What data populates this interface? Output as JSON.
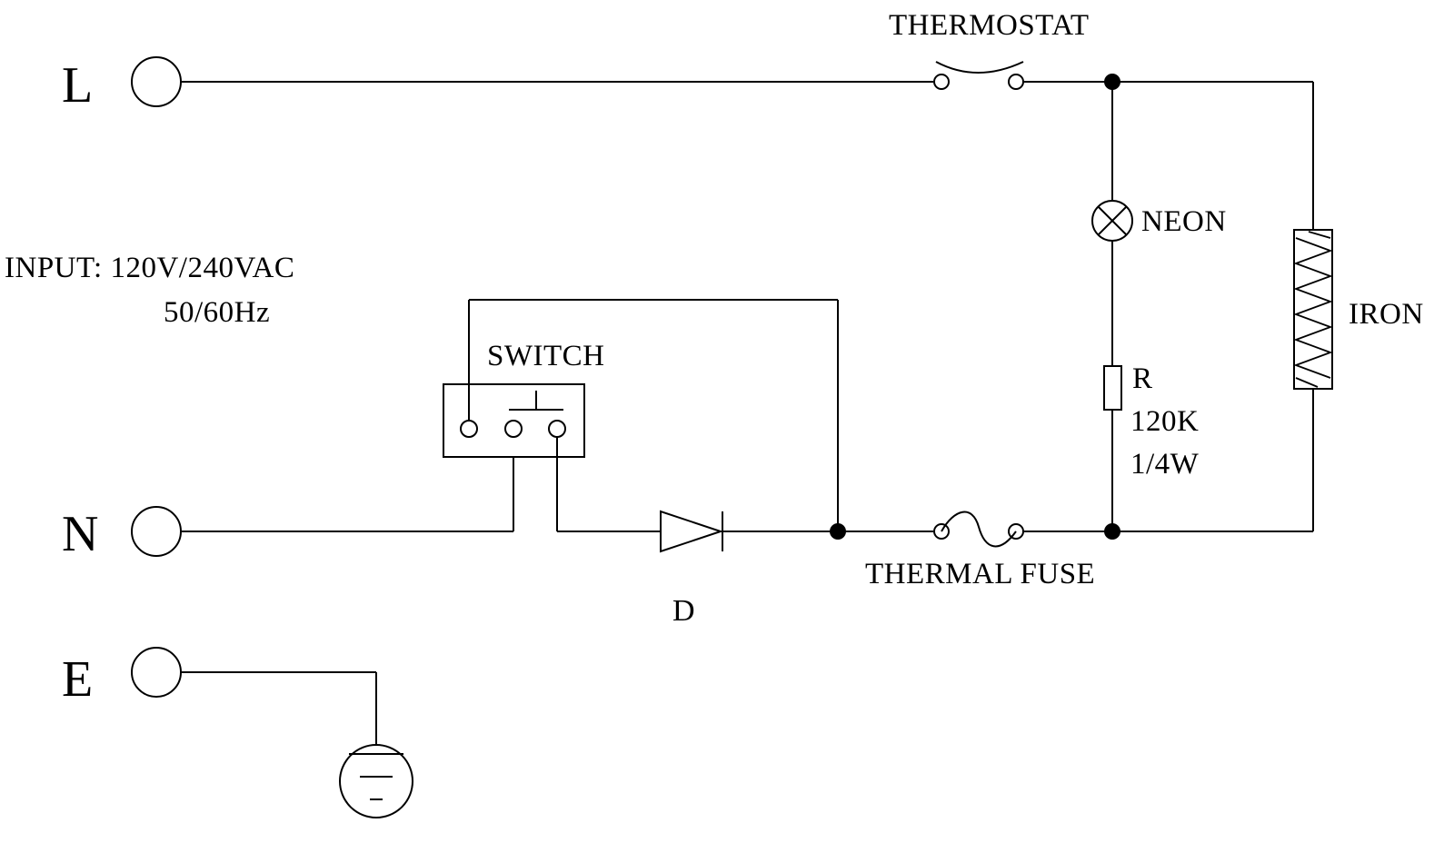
{
  "terminals": {
    "line": "L",
    "neutral": "N",
    "earth": "E"
  },
  "input": {
    "voltage": "INPUT: 120V/240VAC",
    "frequency": "50/60Hz"
  },
  "components": {
    "thermostat": "THERMOSTAT",
    "neon": "NEON",
    "iron": "IRON",
    "resistor_name": "R",
    "resistor_value": "120K",
    "resistor_power": "1/4W",
    "switch": "SWITCH",
    "diode": "D",
    "thermal_fuse": "THERMAL FUSE"
  }
}
